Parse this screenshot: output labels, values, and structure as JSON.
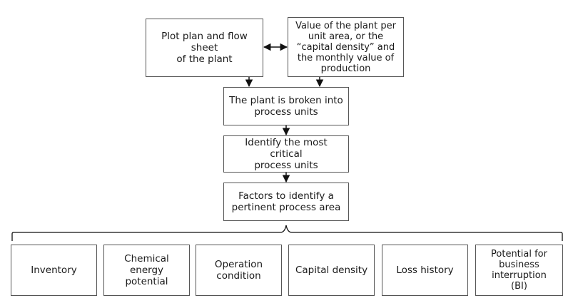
{
  "top_left_box": "Plot plan and flow sheet\nof the plant",
  "top_right_box": "Value of the plant per\nunit area, or the\n“capital density” and\nthe monthly value of\nproduction",
  "step_1": "The plant is broken into\nprocess units",
  "step_2": "Identify the most\ncritical\nprocess units",
  "step_3": "Factors to identify a\npertinent process area",
  "factors": [
    "Inventory",
    "Chemical\nenergy\npotential",
    "Operation\ncondition",
    "Capital density",
    "Loss history",
    "Potential for\nbusiness\ninterruption\n(BI)"
  ]
}
